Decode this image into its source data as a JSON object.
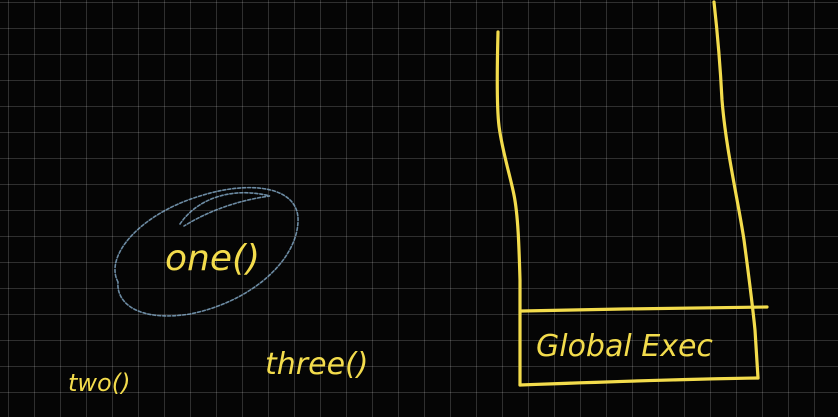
{
  "labels": {
    "one": "one()",
    "two": "two()",
    "three": "three()",
    "global_exec": "Global Exec"
  },
  "colors": {
    "background": "#050505",
    "grid": "#2f2f2f",
    "ink_yellow": "#f3dc4c",
    "ink_blue": "#8fb8d8"
  }
}
